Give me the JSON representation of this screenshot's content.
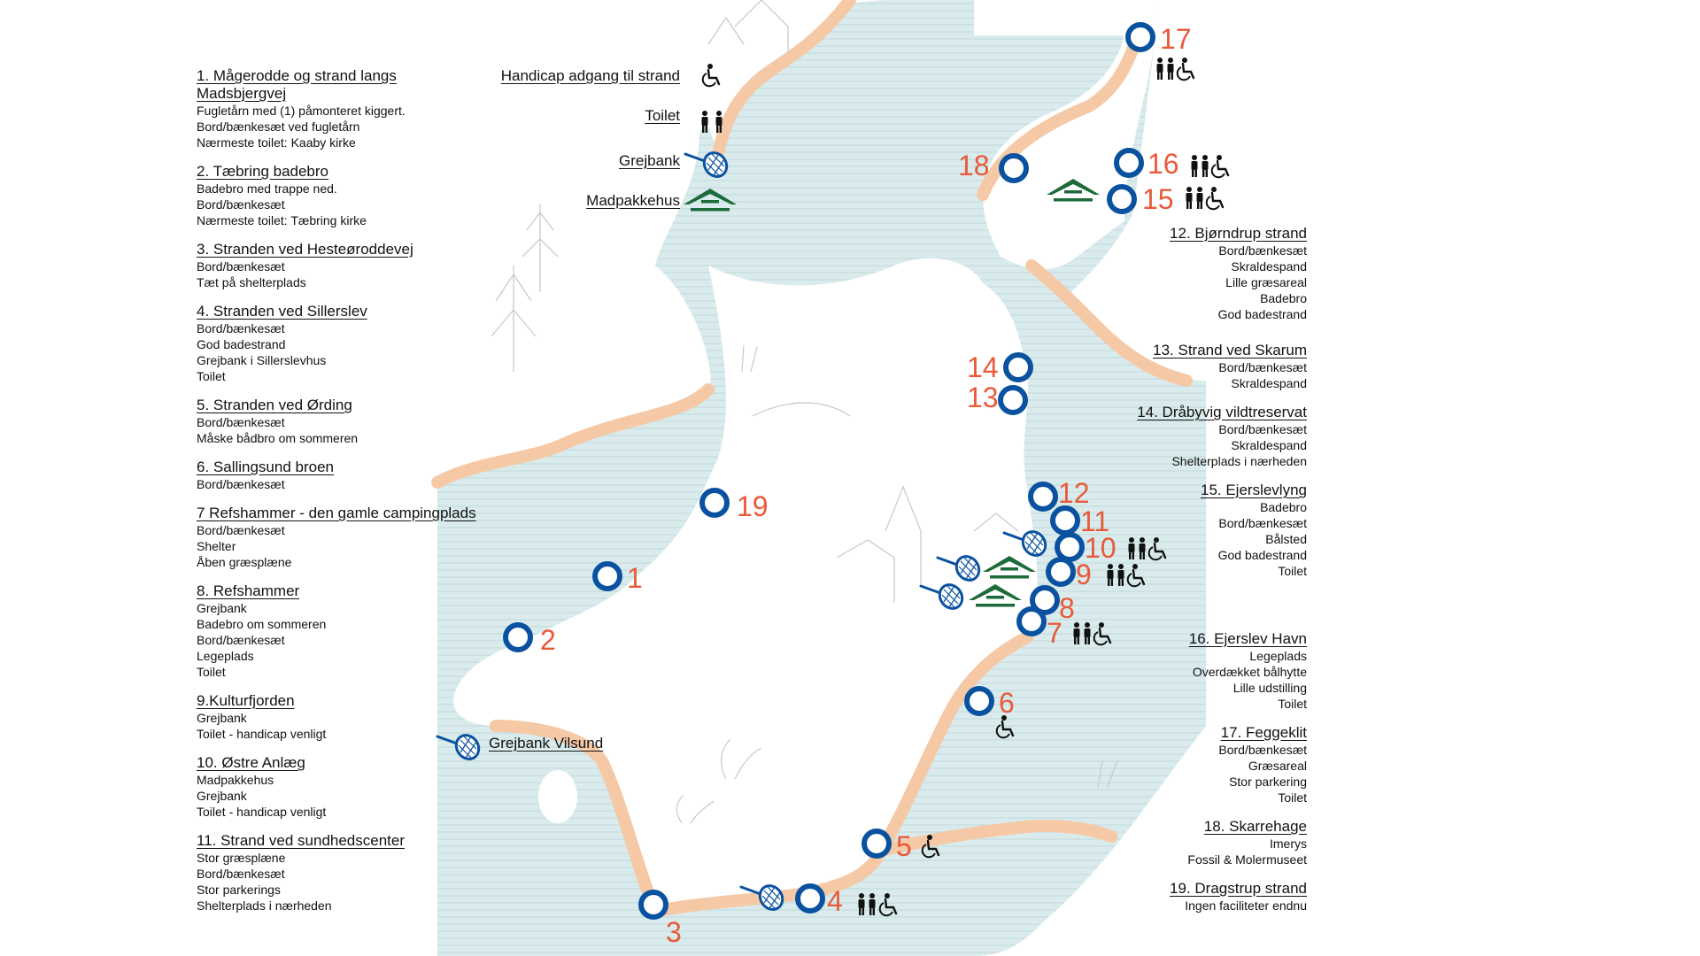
{
  "colors": {
    "water": "#d9ebec",
    "water_lines": "#c2d8da",
    "shore": "#f6c9a6",
    "marker": "#0a52a0",
    "number": "#e85a3a",
    "shelter": "#1d6b3a",
    "icon": "#111111"
  },
  "legend_key": [
    {
      "label": "Handicap adgang til strand",
      "icon": "wheelchair-icon"
    },
    {
      "label": "Toilet",
      "icon": "toilet-icon"
    },
    {
      "label": "Grejbank",
      "icon": "fishing-net-icon"
    },
    {
      "label": "Madpakkehus",
      "icon": "shelter-icon"
    }
  ],
  "left_locations": [
    {
      "title": "1. Mågerodde og strand langs Madsbjergvej",
      "lines": [
        "Fugletårn med (1) påmonteret kiggert.",
        "Bord/bænkesæt ved fugletårn",
        "Nærmeste toilet: Kaaby kirke"
      ]
    },
    {
      "title": "2. Tæbring badebro",
      "lines": [
        "Badebro med trappe ned.",
        "Bord/bænkesæt",
        "Nærmeste toilet: Tæbring kirke"
      ]
    },
    {
      "title": "3. Stranden ved Hesteøroddevej",
      "lines": [
        "Bord/bænkesæt",
        "Tæt på shelterplads"
      ]
    },
    {
      "title": "4. Stranden ved Sillerslev",
      "lines": [
        "Bord/bænkesæt",
        "God badestrand",
        "Grejbank i Sillerslevhus",
        "Toilet"
      ]
    },
    {
      "title": "5. Stranden ved Ørding",
      "lines": [
        "Bord/bænkesæt",
        "Måske bådbro om sommeren"
      ]
    },
    {
      "title": "6. Sallingsund broen",
      "lines": [
        "Bord/bænkesæt"
      ]
    },
    {
      "title": "7 Refshammer - den gamle campingplads",
      "lines": [
        "Bord/bænkesæt",
        "Shelter",
        "Åben græsplæne"
      ]
    },
    {
      "title": "8.  Refshammer",
      "lines": [
        "Grejbank",
        "Badebro om sommeren",
        "Bord/bænkesæt",
        "Legeplads",
        "Toilet"
      ]
    },
    {
      "title": "9.Kulturfjorden",
      "lines": [
        "Grejbank",
        "Toilet - handicap venligt"
      ]
    },
    {
      "title": "10. Østre Anlæg",
      "lines": [
        "Madpakkehus",
        "Grejbank",
        "Toilet - handicap venligt"
      ]
    },
    {
      "title": "11. Strand ved sundhedscenter",
      "lines": [
        "Stor græsplæne",
        "Bord/bænkesæt",
        "Stor parkerings",
        "Shelterplads i nærheden"
      ]
    }
  ],
  "right_locations": [
    {
      "title": "12. Bjørndrup strand",
      "lines": [
        "Bord/bænkesæt",
        "Skraldespand",
        "Lille græsareal",
        "Badebro",
        "God badestrand"
      ]
    },
    {
      "title": "13. Strand ved Skarum",
      "lines": [
        "Bord/bænkesæt",
        "Skraldespand"
      ]
    },
    {
      "title": "14. Dråbyvig vildtreservat",
      "lines": [
        "Bord/bænkesæt",
        "Skraldespand",
        "Shelterplads i nærheden"
      ]
    },
    {
      "title": "15. Ejerslevlyng",
      "lines": [
        "Badebro",
        "Bord/bænkesæt",
        "Bålsted",
        "God badestrand",
        "Toilet"
      ]
    },
    {
      "title": "16. Ejerslev Havn",
      "lines": [
        "Legeplads",
        "Overdækket bålhytte",
        "Lille udstilling",
        "Toilet"
      ]
    },
    {
      "title": "17. Feggeklit",
      "lines": [
        "Bord/bænkesæt",
        "Græsareal",
        "Stor parkering",
        "Toilet"
      ]
    },
    {
      "title": "18. Skarrehage",
      "lines": [
        "Imerys",
        "Fossil & Molermuseet"
      ]
    },
    {
      "title": "19. Dragstrup strand",
      "lines": [
        "Ingen faciliteter endnu"
      ]
    }
  ],
  "grejbank_vilsund_label": "Grejbank Vilsund",
  "markers": [
    {
      "n": "1"
    },
    {
      "n": "2"
    },
    {
      "n": "3"
    },
    {
      "n": "4"
    },
    {
      "n": "5"
    },
    {
      "n": "6"
    },
    {
      "n": "7"
    },
    {
      "n": "8"
    },
    {
      "n": "9"
    },
    {
      "n": "10"
    },
    {
      "n": "11"
    },
    {
      "n": "12"
    },
    {
      "n": "13"
    },
    {
      "n": "14"
    },
    {
      "n": "15"
    },
    {
      "n": "16"
    },
    {
      "n": "17"
    },
    {
      "n": "18"
    },
    {
      "n": "19"
    }
  ]
}
